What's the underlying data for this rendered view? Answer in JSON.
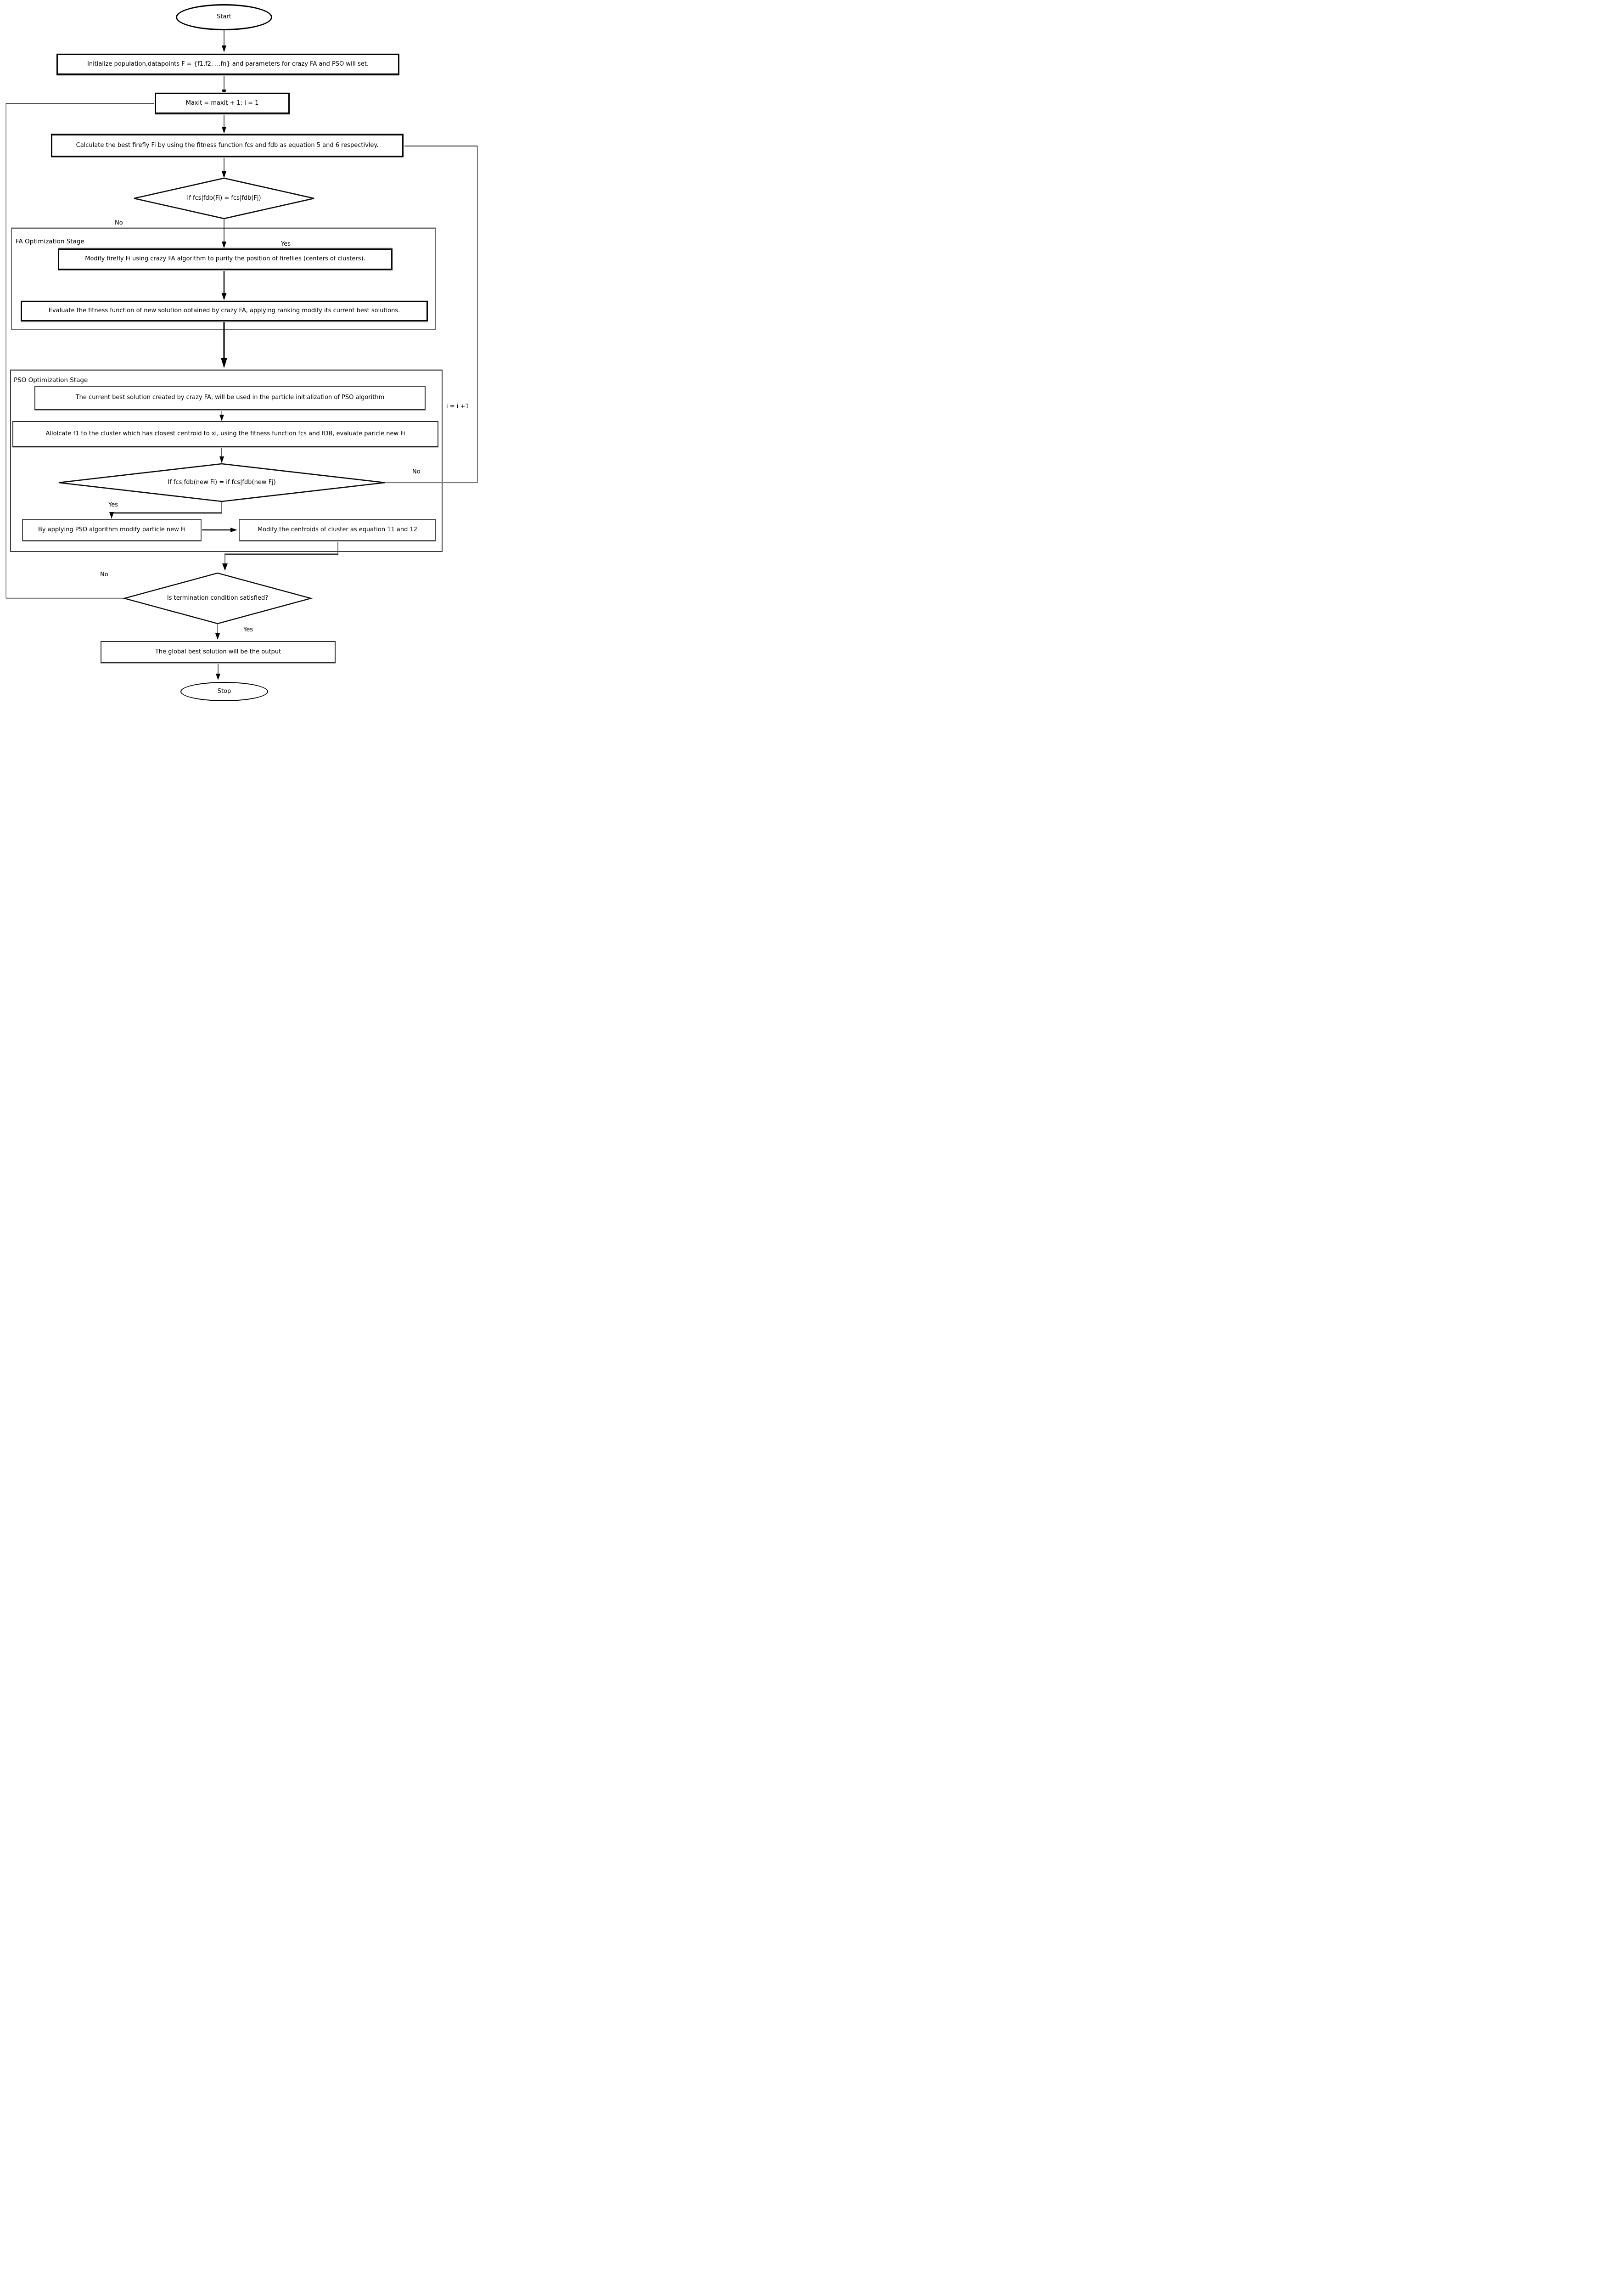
{
  "colors": {
    "background": "#ffffff",
    "line": "#1a1a1a",
    "loop_line": "#7c7c7c",
    "box_border": "#000000"
  },
  "nodes": {
    "start": {
      "label": "Start"
    },
    "initialize": {
      "label": "Initialize population,datapoints F = {f1,f2, ...fn} and parameters for crazy FA and PSO will set."
    },
    "maxit": {
      "label": "Maxit = maxit + 1; i = 1"
    },
    "calculate": {
      "label": "Calculate the best firefly Fi by using the fitness function fcs and fdb as equation 5 and 6 respectivley."
    },
    "decision_fitness": {
      "label": "If fcs|fdb(Fi) = fcs|fdb(Fj)"
    },
    "modify_firefly": {
      "label": "Modify firefly Fi using crazy FA algorithm to purify the position of fireflies (centers of clusters)."
    },
    "evaluate_fitness": {
      "label": "Evaluate the fitness function of new solution obtained by crazy FA, applying ranking modify its current best solutions."
    },
    "current_best": {
      "label": "The current best solution created by crazy FA, will be used in the particle initialization of PSO algorithm"
    },
    "allocate": {
      "label": "Allolcate f1 to the cluster which has closest centroid to xi, using the fitness function fcs and fDB, evaluate paricle new Fi"
    },
    "decision_new_fitness": {
      "label": "If fcs|fdb(new Fi) = if fcs|fdb(new Fj)"
    },
    "pso_modify": {
      "label": "By applying PSO algorithm modify particle new Fi"
    },
    "modify_centroids": {
      "label": "Modify the centroids of cluster as equation 11 and 12"
    },
    "decision_termination": {
      "label": "Is termination condition satisfied?"
    },
    "global_best": {
      "label": "The global best solution will be the output"
    },
    "stop": {
      "label": "Stop"
    }
  },
  "containers": {
    "fa": {
      "label": "FA Optimization Stage"
    },
    "pso": {
      "label": "PSO Optimization Stage"
    }
  },
  "edge_labels": {
    "no_fitness": "No",
    "yes_fitness": "Yes",
    "increment": "i = i +1",
    "no_new_fitness": "No",
    "yes_new_fitness": "Yes",
    "no_termination": "No",
    "yes_termination": "Yes"
  }
}
